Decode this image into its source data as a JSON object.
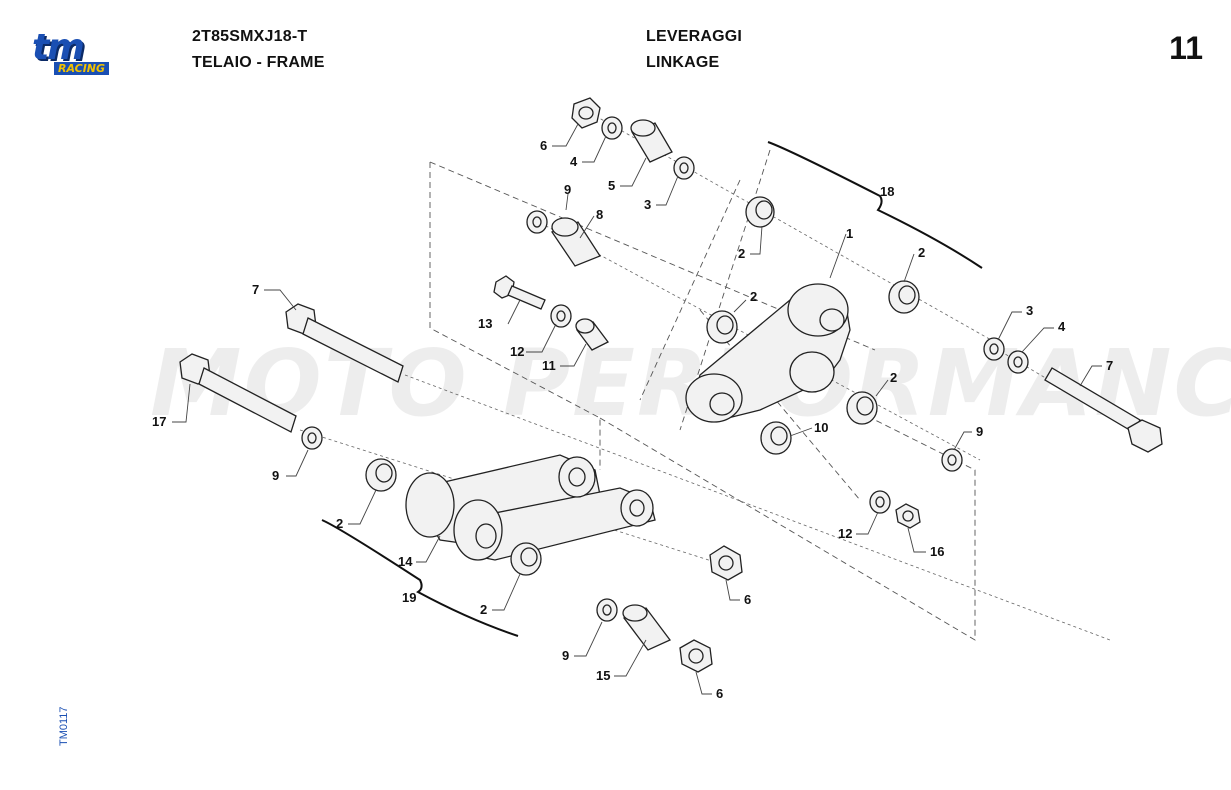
{
  "header": {
    "model_code": "2T85SMXJ18-T",
    "group_it": "TELAIO - FRAME",
    "title_it": "LEVERAGGI",
    "title_en": "LINKAGE",
    "page_number": "11"
  },
  "logo": {
    "main": "tm",
    "sub": "RACING"
  },
  "side_code": "TM0117",
  "watermark": "MOTO PERFORMANCE",
  "callouts": [
    "6",
    "4",
    "5",
    "3",
    "9",
    "8",
    "2",
    "1",
    "18",
    "2",
    "13",
    "2",
    "3",
    "4",
    "12",
    "11",
    "7",
    "7",
    "17",
    "9",
    "2",
    "10",
    "9",
    "12",
    "16",
    "2",
    "14",
    "19",
    "2",
    "6",
    "9",
    "15",
    "6"
  ]
}
